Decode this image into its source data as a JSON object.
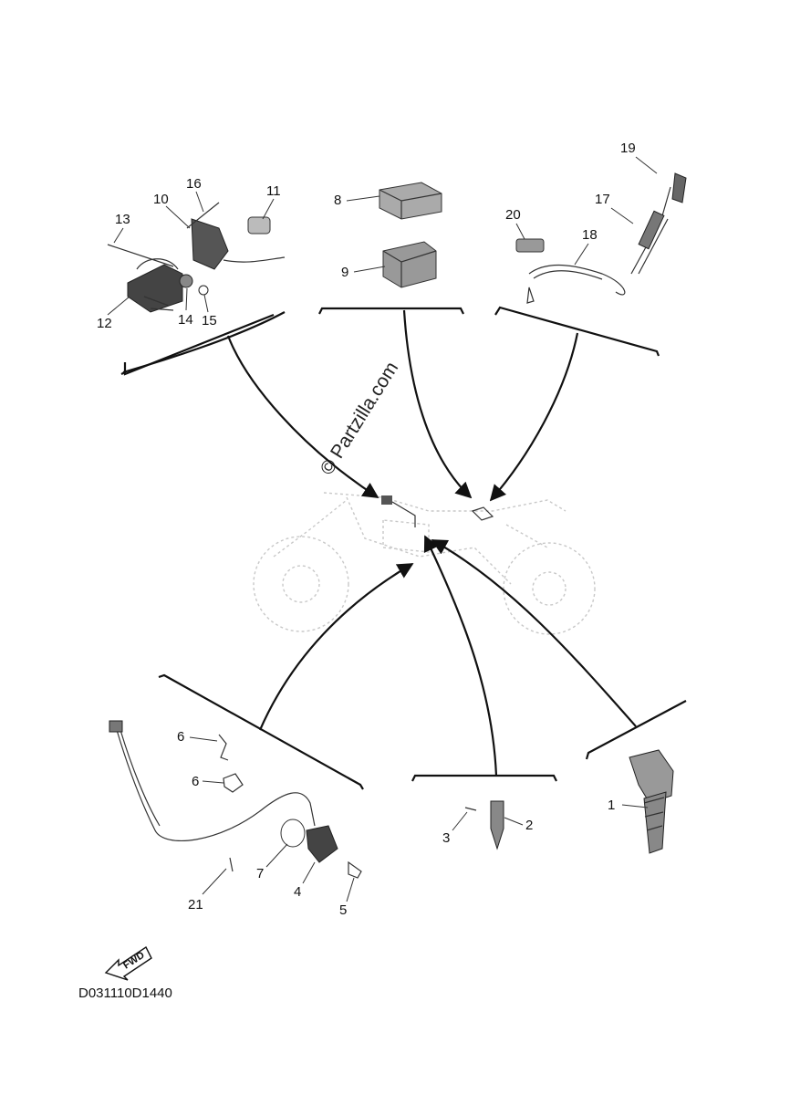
{
  "diagram": {
    "watermark": "© Partzilla.com",
    "footer_code": "D031110D1440",
    "fwd_label": "FWD",
    "callouts": [
      {
        "id": "c1",
        "text": "1"
      },
      {
        "id": "c2",
        "text": "2"
      },
      {
        "id": "c3",
        "text": "3"
      },
      {
        "id": "c4",
        "text": "4"
      },
      {
        "id": "c5",
        "text": "5"
      },
      {
        "id": "c6a",
        "text": "6"
      },
      {
        "id": "c6b",
        "text": "6"
      },
      {
        "id": "c7",
        "text": "7"
      },
      {
        "id": "c8",
        "text": "8"
      },
      {
        "id": "c9",
        "text": "9"
      },
      {
        "id": "c10",
        "text": "10"
      },
      {
        "id": "c11",
        "text": "11"
      },
      {
        "id": "c12",
        "text": "12"
      },
      {
        "id": "c13",
        "text": "13"
      },
      {
        "id": "c14",
        "text": "14"
      },
      {
        "id": "c15",
        "text": "15"
      },
      {
        "id": "c16",
        "text": "16"
      },
      {
        "id": "c17",
        "text": "17"
      },
      {
        "id": "c18",
        "text": "18"
      },
      {
        "id": "c19",
        "text": "19"
      },
      {
        "id": "c20",
        "text": "20"
      },
      {
        "id": "c21",
        "text": "21"
      }
    ]
  }
}
